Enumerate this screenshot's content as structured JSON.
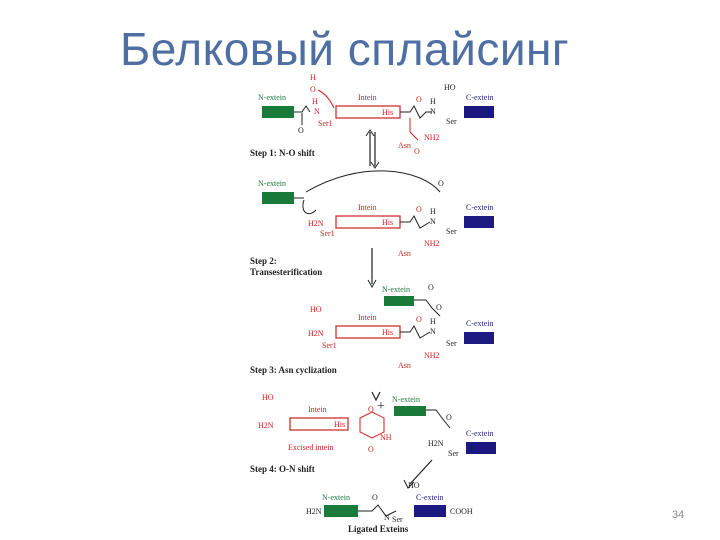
{
  "slide": {
    "title": "Белковый сплайсинг",
    "page_number": "34"
  },
  "colors": {
    "n_extein": "#1a7a3a",
    "c_extein": "#1a1a80",
    "intein": "#cc2222",
    "chem_black": "#222222",
    "title": "#4f6fa3"
  },
  "steps": {
    "step1": "Step 1: N-O shift",
    "step2_a": "Step 2:",
    "step2_b": "Transesterification",
    "step3": "Step 3: Asn cyclization",
    "step4": "Step 4: O-N shift"
  },
  "labels": {
    "n_extein": "N-extein",
    "c_extein": "C-extein",
    "intein": "Intein",
    "his": "His",
    "ser": "Ser",
    "ser1": "Ser1",
    "asn": "Asn",
    "nh2": "NH2",
    "ho": "HO",
    "h": "H",
    "n": "N",
    "o": "O",
    "h2n": "H2N",
    "nh": "NH",
    "cooh": "COOH",
    "excised_intein": "Excised intein",
    "ligated_exteins": "Ligated Exteins",
    "plus": "+"
  }
}
